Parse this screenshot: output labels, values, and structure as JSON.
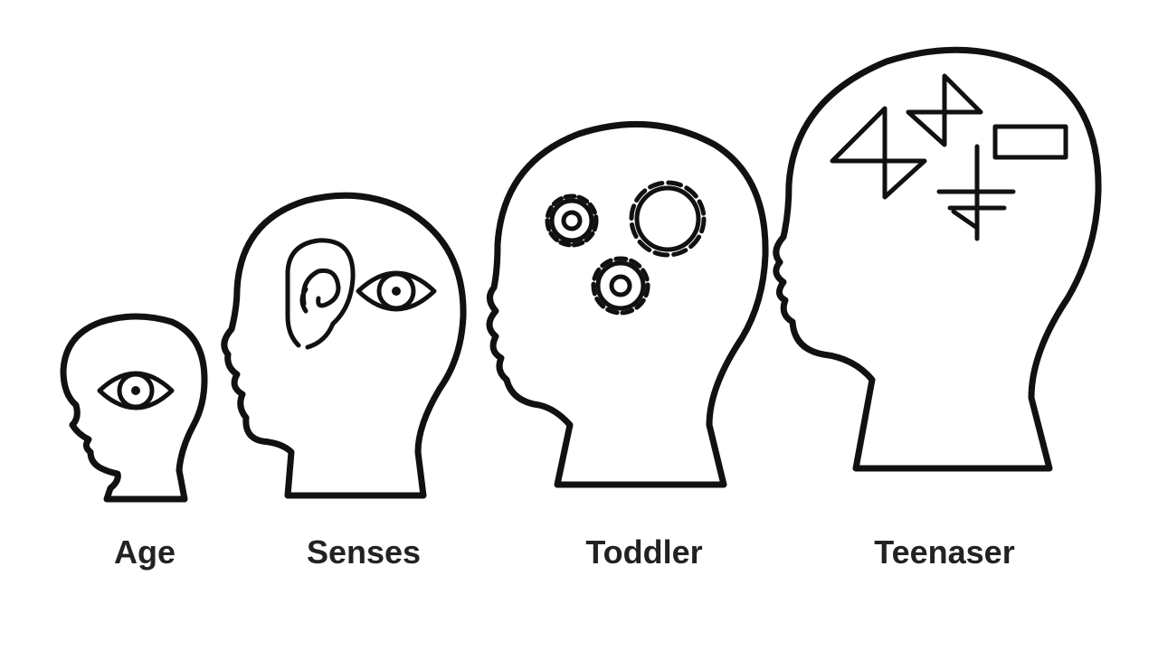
{
  "stages": [
    {
      "label": "Age",
      "icons": [
        "eye-icon"
      ]
    },
    {
      "label": "Senses",
      "icons": [
        "ear-icon",
        "eye-icon"
      ]
    },
    {
      "label": "Toddler",
      "icons": [
        "gear-icon",
        "gear-icon",
        "gear-icon"
      ]
    },
    {
      "label": "Teenaser",
      "icons": [
        "symbol-icon"
      ]
    }
  ],
  "colors": {
    "outline": "#111111",
    "background": "#ffffff",
    "label": "#222222"
  }
}
